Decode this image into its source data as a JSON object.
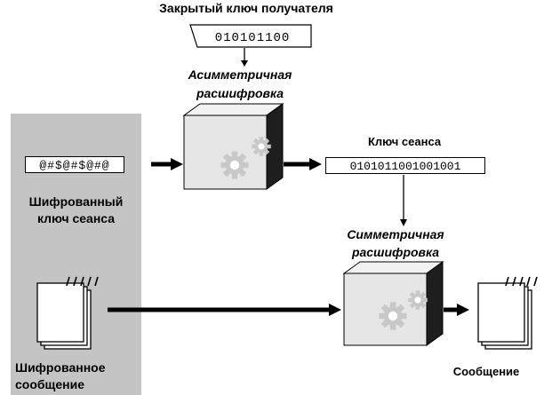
{
  "private_key": {
    "label": "Закрытый ключ получателя",
    "value": "010101100"
  },
  "asym_step": {
    "label_line1": "Асимметричная",
    "label_line2": "расшифровка"
  },
  "encrypted_session_key": {
    "value": "@#$@#$@#@",
    "label_line1": "Шифрованный",
    "label_line2": "ключ сеанса"
  },
  "session_key": {
    "label": "Ключ сеанса",
    "value": "0101011001001001"
  },
  "sym_step": {
    "label_line1": "Симметричная",
    "label_line2": "расшифровка"
  },
  "encrypted_message": {
    "label_line1": "Шифрованное",
    "label_line2": "сообщение"
  },
  "message": {
    "label": "Сообщение"
  },
  "colors": {
    "encrypted_panel": "#c4c4c4",
    "box_front": "#e6e6e6",
    "box_top": "#f2f2f2",
    "box_side": "#1e1e1e",
    "gear": "#c8c8c8",
    "arrow": "#000000"
  }
}
